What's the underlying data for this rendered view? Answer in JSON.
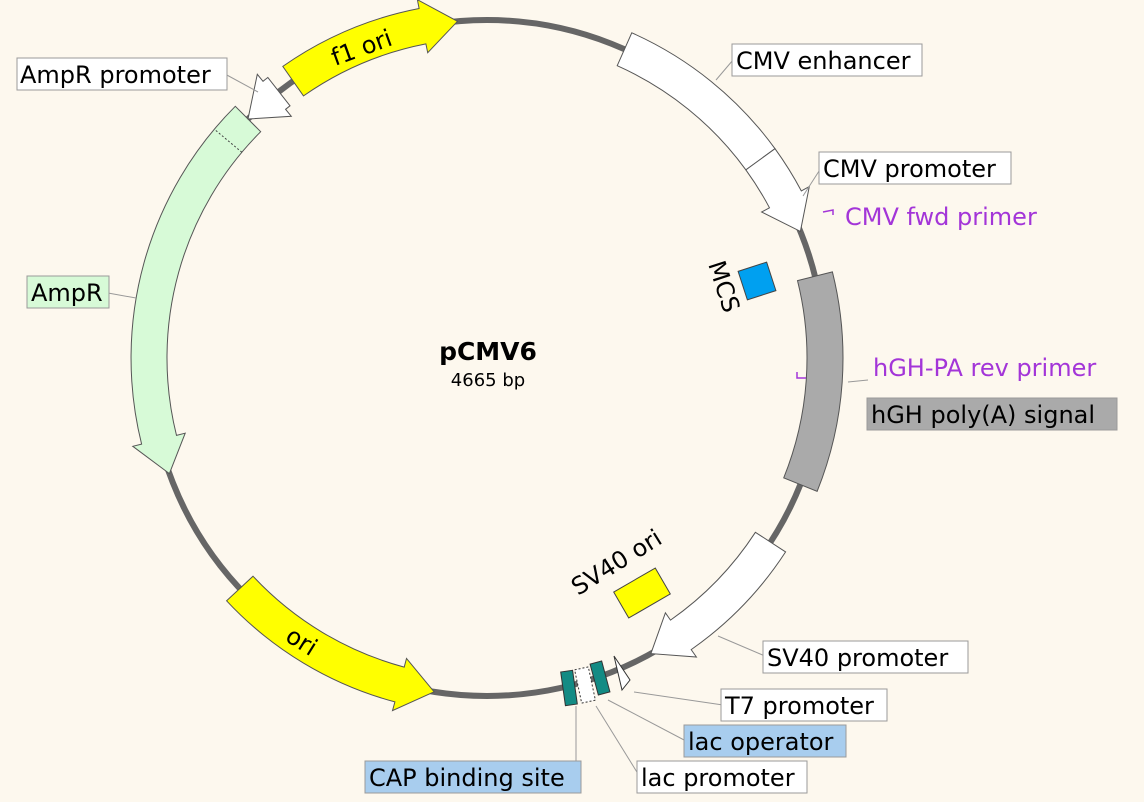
{
  "plasmid": {
    "name": "pCMV6",
    "size_label": "4665 bp"
  },
  "colors": {
    "background": "#fdf8ee",
    "backbone": "#666666",
    "promoter_white": "#ffffff",
    "ori_yellow": "#ffff00",
    "ampr_green": "#d7fad7",
    "mcs_blue": "#00a0f0",
    "polyA_gray": "#aaaaaa",
    "cap_teal": "#138b84",
    "primer_purple": "#a335d8"
  },
  "labels": {
    "cmv_enhancer": "CMV enhancer",
    "cmv_promoter": "CMV promoter",
    "cmv_fwd_primer": "CMV fwd primer",
    "mcs": "MCS",
    "hgh_pa_rev_primer": "hGH-PA rev primer",
    "hgh_polya": "hGH poly(A) signal",
    "sv40_ori": "SV40 ori",
    "sv40_promoter": "SV40 promoter",
    "t7_promoter": "T7 promoter",
    "lac_operator": "lac operator",
    "lac_promoter": "lac promoter",
    "cap_binding_site": "CAP binding site",
    "ori": "ori",
    "ampr": "AmpR",
    "ampr_promoter": "AmpR promoter",
    "f1_ori": "f1 ori"
  }
}
